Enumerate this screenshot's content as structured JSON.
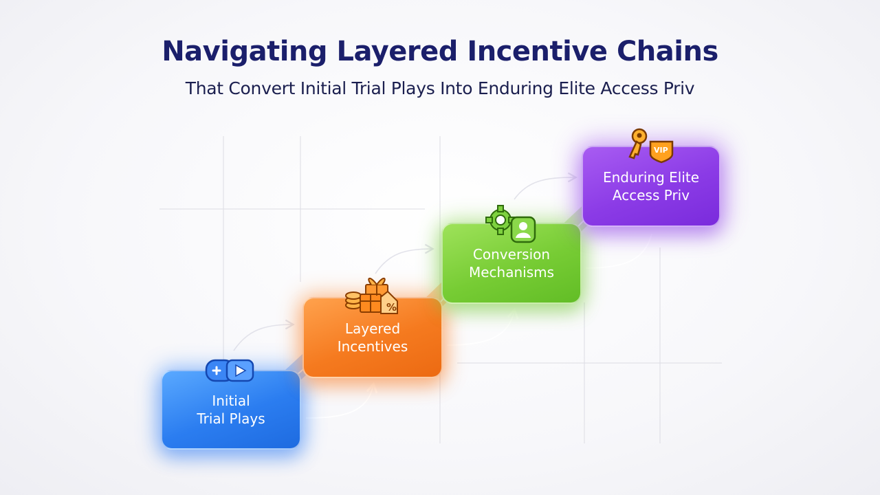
{
  "header": {
    "title": "Navigating Layered Incentive Chains",
    "subtitle": "That Convert Initial Trial Plays Into Enduring Elite Access Priv"
  },
  "steps": [
    {
      "line1": "Initial",
      "line2": "Trial Plays",
      "color": "#2b7df0",
      "icon": "game-controller-play-icon"
    },
    {
      "line1": "Layered",
      "line2": "Incentives",
      "color": "#f57a1f",
      "icon": "gift-coins-discount-icon"
    },
    {
      "line1": "Conversion",
      "line2": "Mechanisms",
      "color": "#77cc34",
      "icon": "gear-user-icon"
    },
    {
      "line1": "Enduring Elite",
      "line2": "Access Priv",
      "color": "#8b3be6",
      "icon": "key-vip-icon"
    }
  ],
  "badges": {
    "vip": "VIP",
    "percent": "%"
  }
}
